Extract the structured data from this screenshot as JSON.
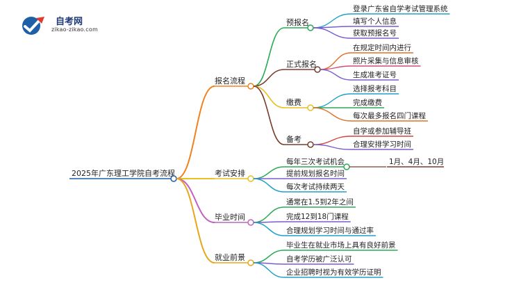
{
  "brand": {
    "name": "自考网",
    "domain": "zikao-zikao.com"
  },
  "root": "2025年广东理工学院自考流程",
  "branches": [
    {
      "label": "报名流程",
      "children": [
        {
          "label": "预报名",
          "children": [
            {
              "label": "登录广东省自学考试管理系统"
            },
            {
              "label": "填写个人信息"
            },
            {
              "label": "获取预报名号"
            }
          ]
        },
        {
          "label": "正式报名",
          "children": [
            {
              "label": "在规定时间内进行"
            },
            {
              "label": "照片采集与信息审核"
            },
            {
              "label": "生成准考证号"
            }
          ]
        },
        {
          "label": "缴费",
          "children": [
            {
              "label": "选择报考科目"
            },
            {
              "label": "完成缴费"
            },
            {
              "label": "每次最多报名四门课程"
            }
          ]
        },
        {
          "label": "备考",
          "children": [
            {
              "label": "自学或参加辅导班"
            },
            {
              "label": "合理安排学习时间"
            }
          ]
        }
      ]
    },
    {
      "label": "考试安排",
      "children": [
        {
          "label": "每年三次考试机会",
          "children": [
            {
              "label": "1月、4月、10月"
            }
          ]
        },
        {
          "label": "提前规划报名时间"
        },
        {
          "label": "每次考试持续两天"
        }
      ]
    },
    {
      "label": "毕业时间",
      "children": [
        {
          "label": "通常在1.5到2年之间"
        },
        {
          "label": "完成12到18门课程"
        },
        {
          "label": "合理规划学习时间与通过率"
        }
      ]
    },
    {
      "label": "就业前景",
      "children": [
        {
          "label": "毕业生在就业市场上具有良好前景"
        },
        {
          "label": "自考学历被广泛认可"
        },
        {
          "label": "企业招聘时视为有效学历证明"
        }
      ]
    }
  ]
}
